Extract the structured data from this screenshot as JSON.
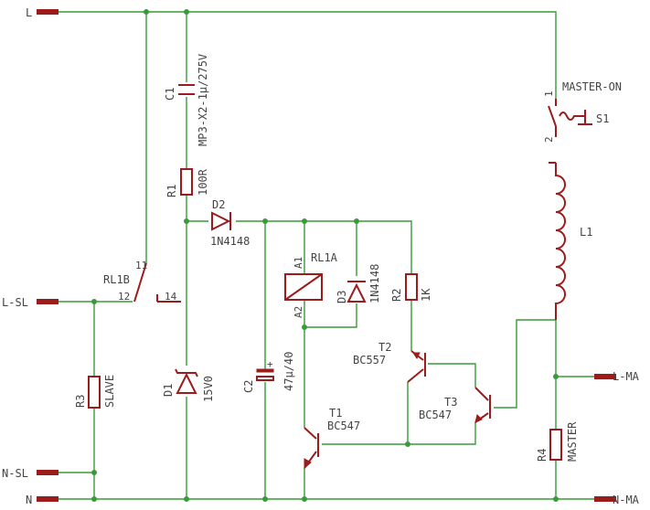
{
  "colors": {
    "wire": "#3a9a3a",
    "component": "#9b1c1c",
    "text": "#444444",
    "background": "#ffffff"
  },
  "terminals": {
    "l": "L",
    "l_sl": "L-SL",
    "n_sl": "N-SL",
    "n": "N",
    "l_ma": "L-MA",
    "n_ma": "N-MA"
  },
  "components": {
    "c1": {
      "ref": "C1",
      "value": "MP3-X2-1µ/275V"
    },
    "r1": {
      "ref": "R1",
      "value": "100R"
    },
    "d2": {
      "ref": "D2",
      "value": "1N4148"
    },
    "rl1a": {
      "ref": "RL1A",
      "pin_a1": "A1",
      "pin_a2": "A2"
    },
    "d3": {
      "ref": "D3",
      "value": "1N4148"
    },
    "r2": {
      "ref": "R2",
      "value": "1K"
    },
    "rl1b": {
      "ref": "RL1B",
      "pin_11": "11",
      "pin_12": "12",
      "pin_14": "14"
    },
    "d1": {
      "ref": "D1",
      "value": "15V0"
    },
    "c2": {
      "ref": "C2",
      "value": "47µ/40",
      "polarity": "+"
    },
    "r3": {
      "ref": "R3",
      "value": "SLAVE"
    },
    "t1": {
      "ref": "T1",
      "value": "BC547"
    },
    "t2": {
      "ref": "T2",
      "value": "BC557"
    },
    "t3": {
      "ref": "T3",
      "value": "BC547"
    },
    "s1": {
      "ref": "S1",
      "value": "MASTER-ON",
      "pin_1": "1",
      "pin_2": "2"
    },
    "l1": {
      "ref": "L1"
    },
    "r4": {
      "ref": "R4",
      "value": "MASTER"
    }
  }
}
